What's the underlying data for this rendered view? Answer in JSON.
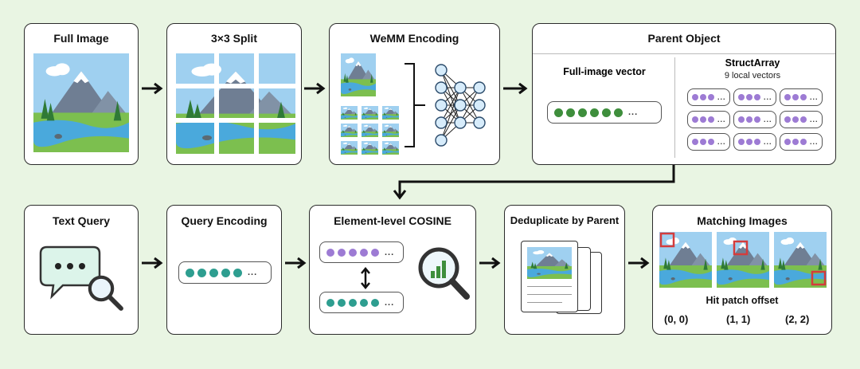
{
  "colors": {
    "background": "#e9f5e3",
    "green_vector": "#3e8e3c",
    "purple_vector": "#9d7bd4",
    "teal_vector": "#2e9e90",
    "hit_marker": "#d43c3c"
  },
  "top_row": {
    "full_image": {
      "title": "Full Image"
    },
    "split": {
      "title": "3×3 Split"
    },
    "encoding": {
      "title": "WeMM Encoding"
    },
    "parent": {
      "title": "Parent Object",
      "full_vector_label": "Full-image vector",
      "structarray_label": "StructArray",
      "structarray_sub": "9 local vectors",
      "ellipsis": "..."
    }
  },
  "bottom_row": {
    "text_query": {
      "title": "Text Query"
    },
    "query_encoding": {
      "title": "Query Encoding",
      "ellipsis": "..."
    },
    "cosine": {
      "title": "Element-level COSINE",
      "ellipsis": "..."
    },
    "dedupe": {
      "title": "Deduplicate by Parent"
    },
    "matching": {
      "title": "Matching Images",
      "offset_label": "Hit patch offset",
      "offsets": [
        "(0, 0)",
        "(1, 1)",
        "(2, 2)"
      ]
    }
  }
}
